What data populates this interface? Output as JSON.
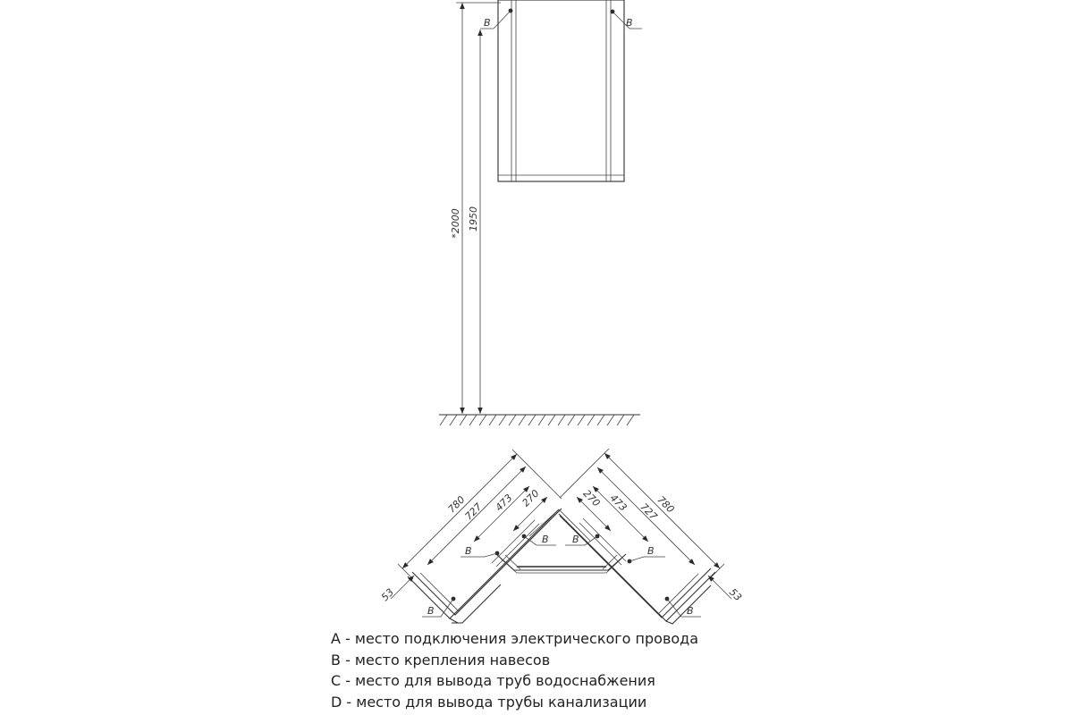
{
  "elevation": {
    "height_overall": "*2000",
    "height_cabinet": "1950",
    "hinge_label_left": "B",
    "hinge_label_right": "B"
  },
  "plan": {
    "width_outer_left": "780",
    "width_outer_right": "780",
    "width_727_left": "727",
    "width_727_right": "727",
    "width_473_left": "473",
    "width_473_right": "473",
    "width_270_left": "270",
    "width_270_right": "270",
    "depth_53_left": "53",
    "depth_53_right": "53",
    "hinge_label": "B"
  },
  "legend": [
    "A - место подключения электрического провода",
    "B - место крепления навесов",
    "C - место для вывода труб водоснабжения",
    "D - место для вывода трубы канализации"
  ]
}
